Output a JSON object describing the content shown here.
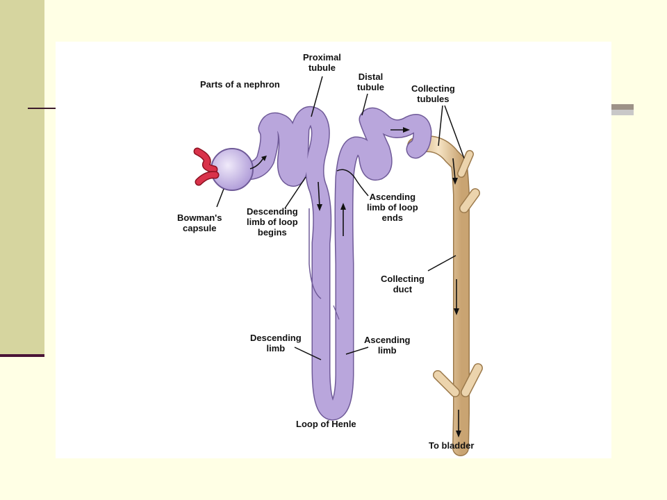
{
  "title": "Parts of a nephron",
  "labels": {
    "proximal_tubule": "Proximal\ntubule",
    "distal_tubule": "Distal\ntubule",
    "collecting_tubules": "Collecting\ntubules",
    "bowmans_capsule": "Bowman's\ncapsule",
    "descending_limb_begins": "Descending\nlimb of loop\nbegins",
    "ascending_limb_ends": "Ascending\nlimb of loop\nends",
    "collecting_duct": "Collecting\nduct",
    "descending_limb": "Descending\nlimb",
    "ascending_limb": "Ascending\nlimb",
    "loop_of_henle": "Loop of Henle",
    "to_bladder": "To bladder"
  },
  "colors": {
    "nephron": "#b9a6dc",
    "nephron_outline": "#6f5a98",
    "duct": "#e7cba0",
    "duct_outline": "#9c7a4c",
    "arteriole": "#d9324a",
    "side_bar": "#d6d59f",
    "background": "#ffffe5"
  }
}
